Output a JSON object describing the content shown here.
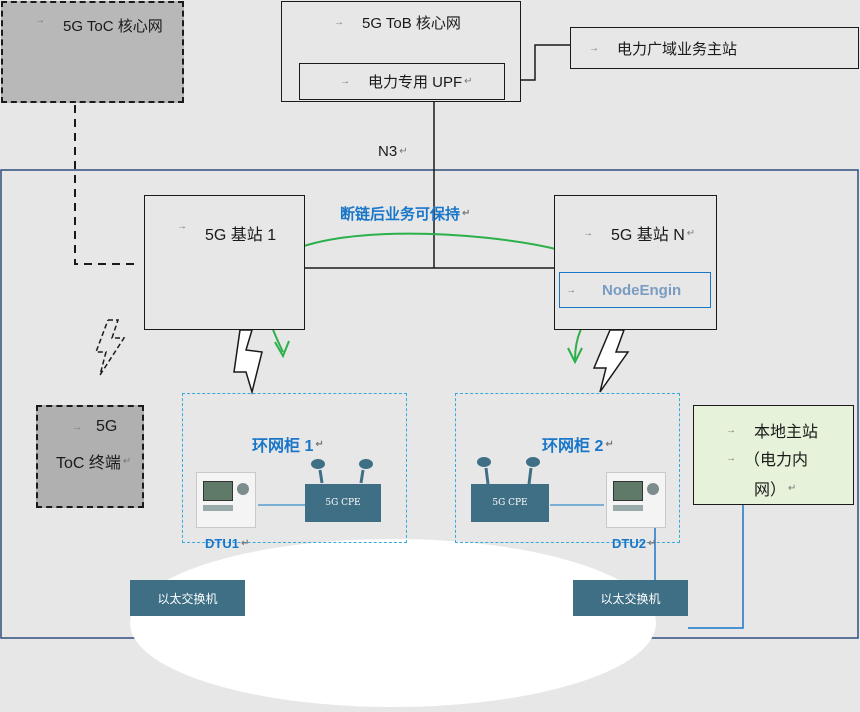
{
  "toc_core": "5G ToC 核心网",
  "tob_core": "5G ToB 核心网",
  "upf": "电力专用 UPF",
  "wide_area_station": "电力广域业务主站",
  "n3": "N3",
  "keep_alive": "断链后业务可保持",
  "bs1": "5G 基站 1",
  "bsn": "5G 基站 N",
  "nodeengin": "NodeEngin",
  "toc_terminal_line1": "5G",
  "toc_terminal_line2": "ToC 终端",
  "ring_cabinet_1": "环网柜 1",
  "ring_cabinet_2": "环网柜 2",
  "cpe_label": "5G CPE",
  "dtu1": "DTU1",
  "dtu2": "DTU2",
  "local_station_line1": "本地主站",
  "local_station_line2": "（电力内",
  "local_station_line3": "网）",
  "switch_label": "以太交换机",
  "colors": {
    "accent_blue": "#1a76c8",
    "cabinet_border": "#3aa8e0",
    "device_fill": "#3e6f85",
    "green_arrow": "#2bb04a",
    "local_station_fill": "#e6f2d9"
  }
}
